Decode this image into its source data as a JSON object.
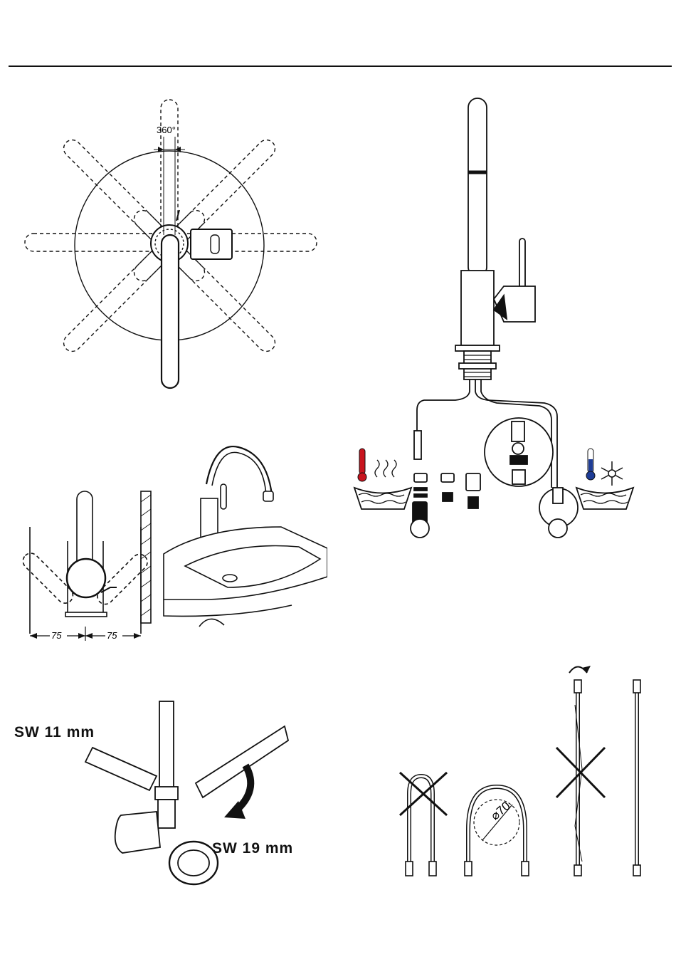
{
  "figures": {
    "rotation": {
      "angle_label": "360°"
    },
    "clearance": {
      "left_dim": "75",
      "right_dim": "75"
    },
    "tools": {
      "wrench_small": "SW 11 mm",
      "wrench_large": "SW 19 mm"
    },
    "hose": {
      "bend_diameter": "70"
    }
  },
  "colors": {
    "hot": "#c8141e",
    "cold": "#1e3c96",
    "ink": "#111111"
  },
  "icons": [
    "thermometer-hot-icon",
    "thermometer-cold-icon",
    "snowflake-icon",
    "rotate-arrow-icon",
    "cross-mark-icon"
  ]
}
